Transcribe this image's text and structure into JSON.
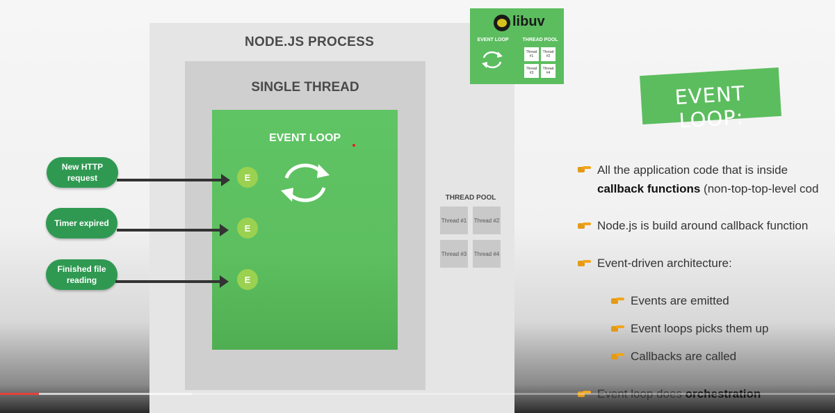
{
  "diagram": {
    "process_title": "NODE.JS PROCESS",
    "thread_title": "SINGLE THREAD",
    "loop_title": "EVENT LOOP",
    "events": [
      {
        "label": "New HTTP request",
        "emitter": "E"
      },
      {
        "label": "Timer expired",
        "emitter": "E"
      },
      {
        "label": "Finished file reading",
        "emitter": "E"
      }
    ],
    "thread_pool": {
      "title": "THREAD POOL",
      "threads": [
        "Thread #1",
        "Thread #2",
        "Thread #3",
        "Thread #4"
      ]
    }
  },
  "libuv": {
    "name": "libuv",
    "loop_label": "EVENT LOOP",
    "pool_label": "THREAD POOL",
    "threads": [
      "Thread #1",
      "Thread #2",
      "Thread #3",
      "Thread #4"
    ]
  },
  "slide": {
    "banner": "EVENT LOOP:",
    "bullets": [
      {
        "pre": "All the application code that is inside",
        "line2_bold": "callback functions",
        "line2_rest": " (non-top-top-level cod"
      },
      {
        "text": "Node.js is build around callback function"
      },
      {
        "text": "Event-driven architecture:"
      },
      {
        "text": "Events are emitted"
      },
      {
        "text": "Event loops picks them up"
      },
      {
        "text": "Callbacks are called"
      },
      {
        "pre": "Event loop does ",
        "bold": "orchestration"
      }
    ]
  },
  "video": {
    "progress_fraction": 0.047
  },
  "colors": {
    "green": "#5cbd5f",
    "dark_green": "#2f9952",
    "light_green": "#9ad150",
    "accent": "#f2a51a",
    "progress": "#e5413d"
  },
  "icons": [
    "cycle-arrows-icon",
    "pointing-hand-icon",
    "libuv-logo-icon"
  ]
}
